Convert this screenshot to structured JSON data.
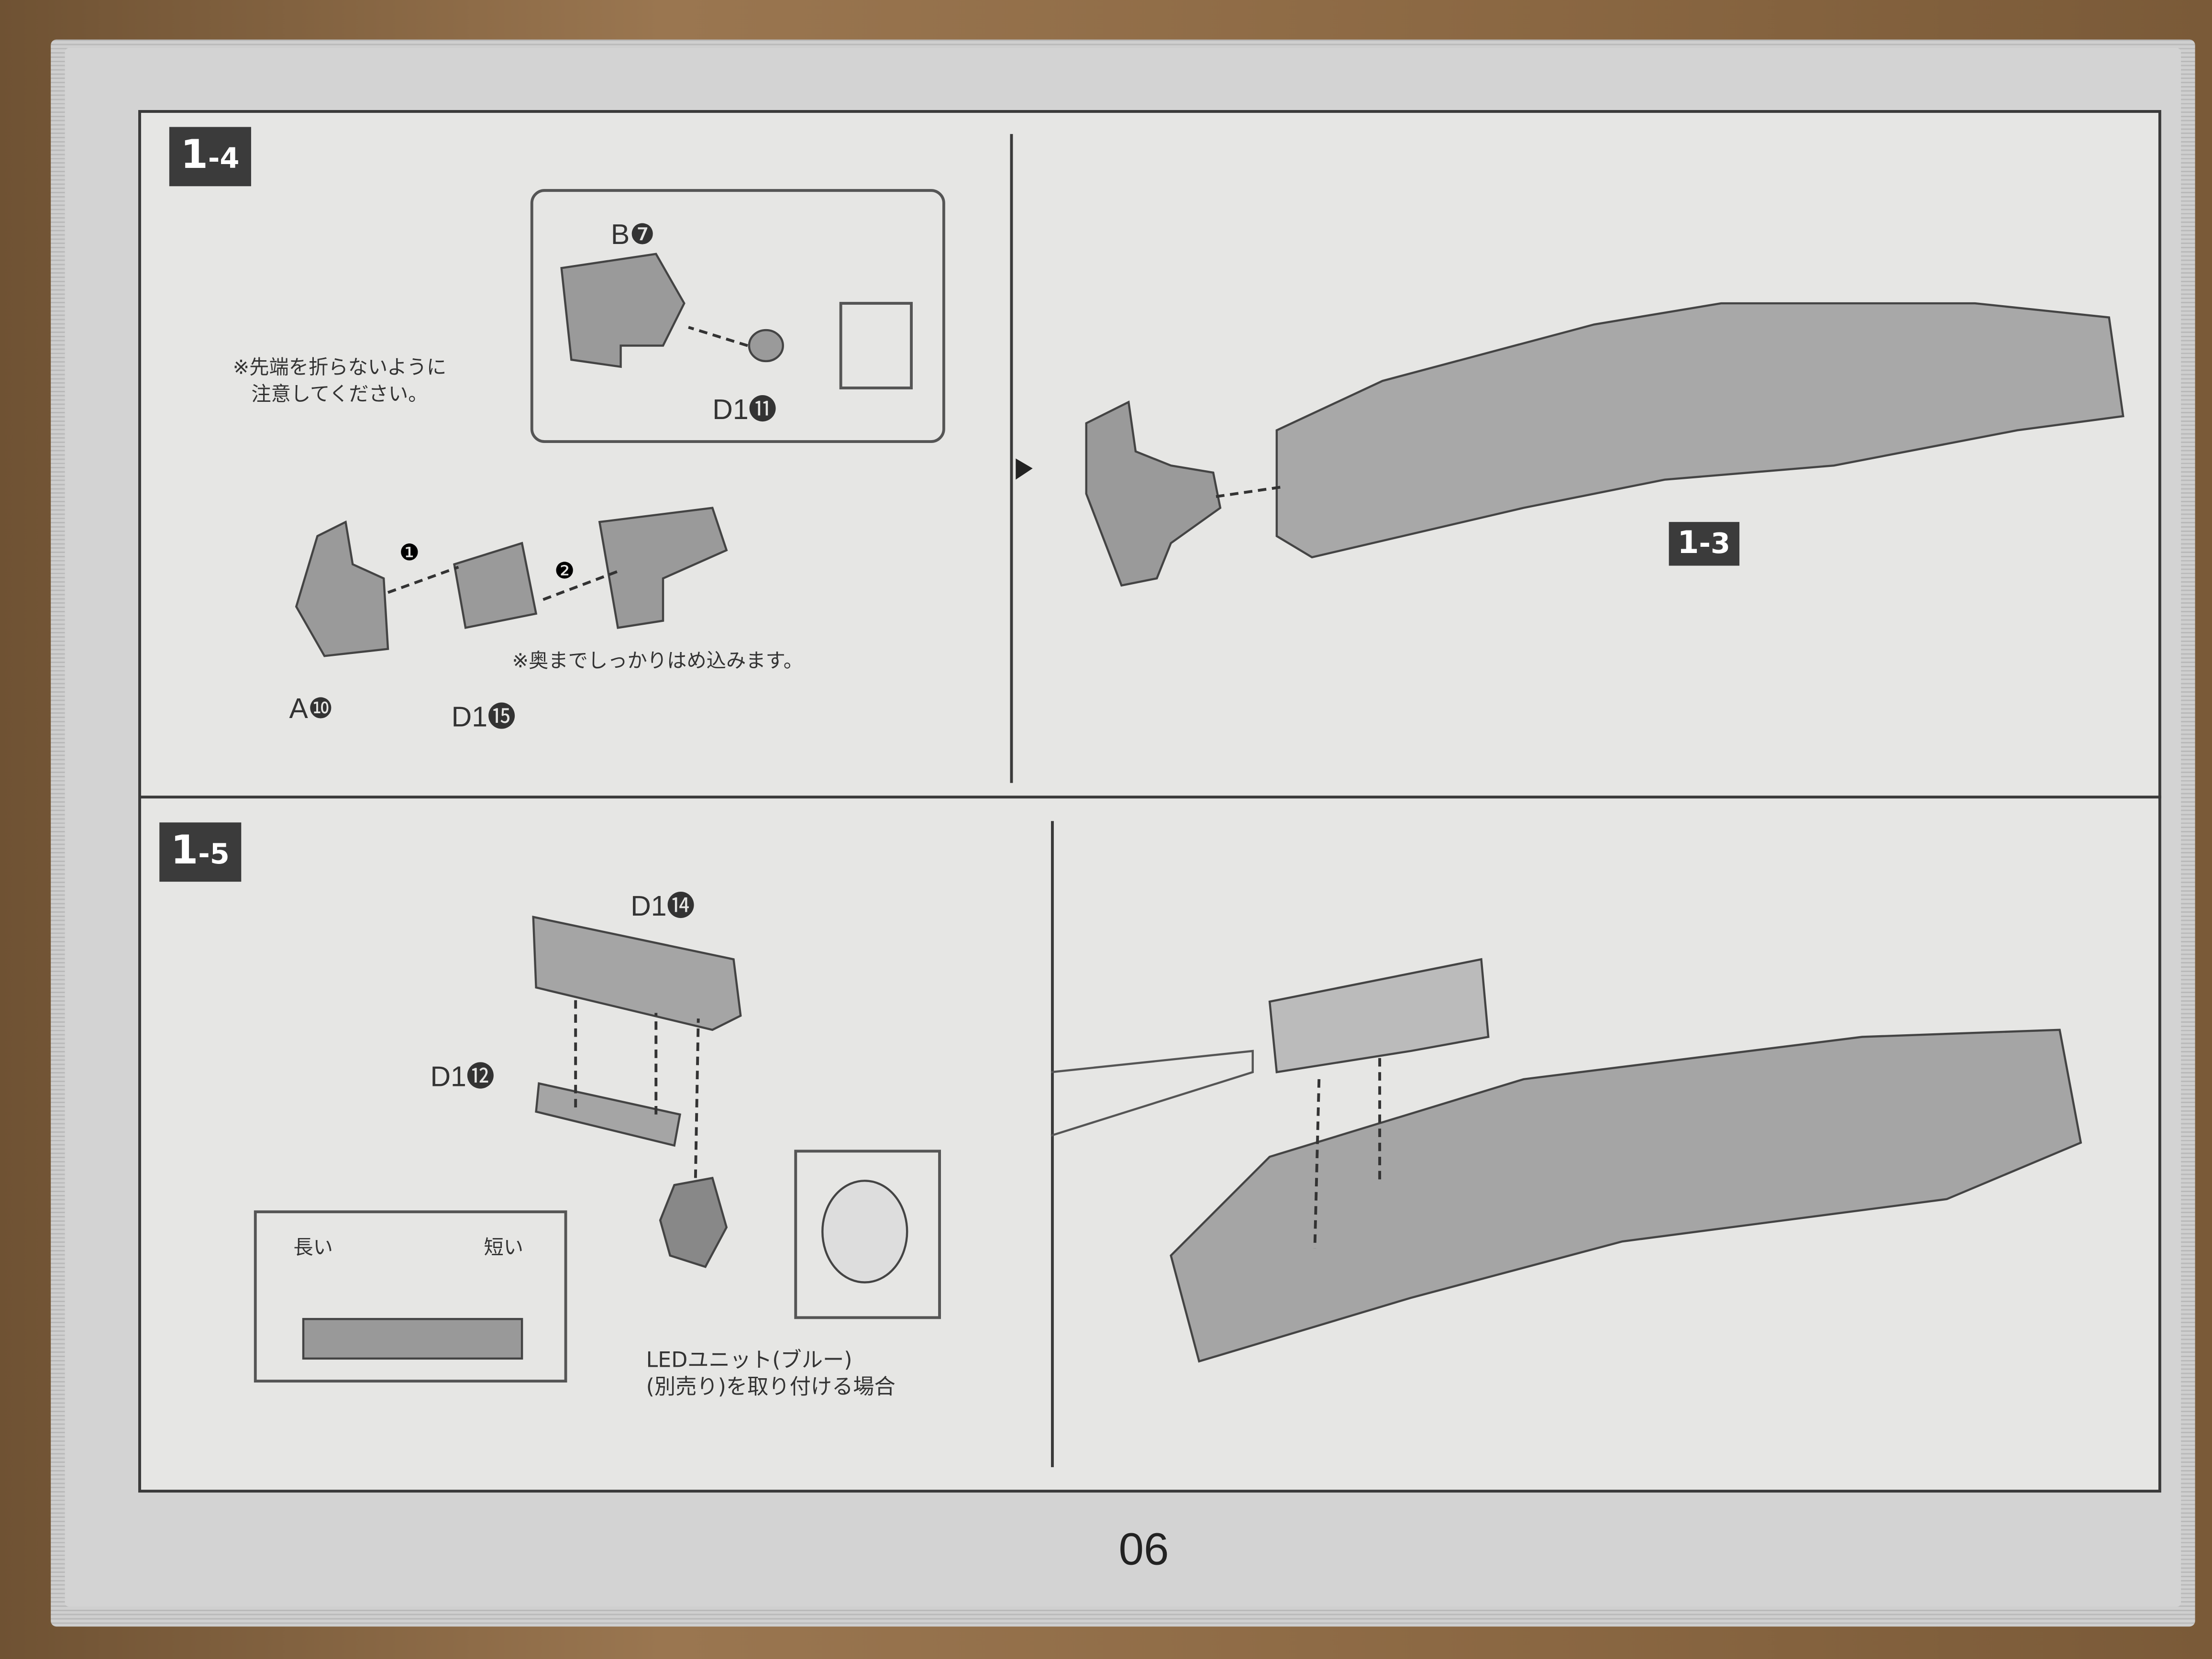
{
  "page_number": "06",
  "step_1_4": {
    "badge_main": "1",
    "badge_sub": "-4",
    "step_markers": [
      "❶",
      "❷"
    ],
    "parts": {
      "b7": "B❼",
      "d1_11": "D1⓫",
      "a10": "A❿",
      "d1_15": "D1⓯"
    },
    "note_tip": [
      "※先端を折らないように",
      "注意してください。"
    ],
    "note_press": "※奥までしっかりはめ込みます。",
    "ref_badge_main": "1",
    "ref_badge_sub": "-3"
  },
  "step_1_5": {
    "badge_main": "1",
    "badge_sub": "-5",
    "parts": {
      "d1_14": "D1⓮",
      "d1_12": "D1⓬"
    },
    "long_label": "長い",
    "short_label": "短い",
    "led_note": [
      "LEDユニット(ブルー)",
      "(別売り)を取り付ける場合"
    ]
  }
}
